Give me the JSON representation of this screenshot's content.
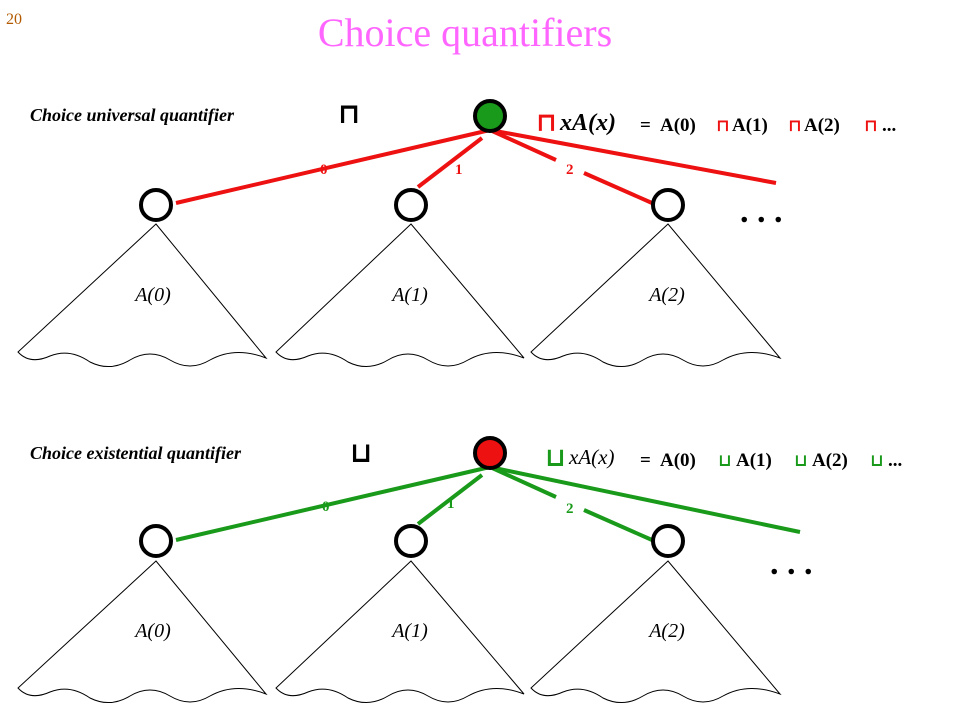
{
  "slide": {
    "number": "20",
    "title": "Choice quantifiers"
  },
  "colors": {
    "title": "#ff66ff",
    "slide_number": "#b35a00",
    "universal": "#ee1111",
    "existential": "#1a9a1a",
    "root_universal_fill": "#1a9a1a",
    "root_existential_fill": "#ee1111",
    "outline": "#000000"
  },
  "top_section": {
    "label": "Choice universal quantifier",
    "label_symbol": "⊓",
    "formula": {
      "lead_symbol": "⊓",
      "lead": "xA(x)",
      "equals": "=",
      "terms": [
        "A(0)",
        "A(1)",
        "A(2)",
        "..."
      ],
      "operator": "⊓"
    },
    "edge_labels": [
      "0",
      "1",
      "2"
    ],
    "subtrees": [
      "A(0)",
      "A(1)",
      "A(2)"
    ],
    "ellipsis": ". . ."
  },
  "bottom_section": {
    "label": "Choice existential quantifier",
    "label_symbol": "⊔",
    "formula": {
      "lead_symbol": "⊔",
      "lead": "xA(x)",
      "equals": "=",
      "terms": [
        "A(0)",
        "A(1)",
        "A(2)",
        "..."
      ],
      "operator": "⊔"
    },
    "edge_labels": [
      "0",
      "1",
      "2"
    ],
    "subtrees": [
      "A(0)",
      "A(1)",
      "A(2)"
    ],
    "ellipsis": ". . ."
  }
}
